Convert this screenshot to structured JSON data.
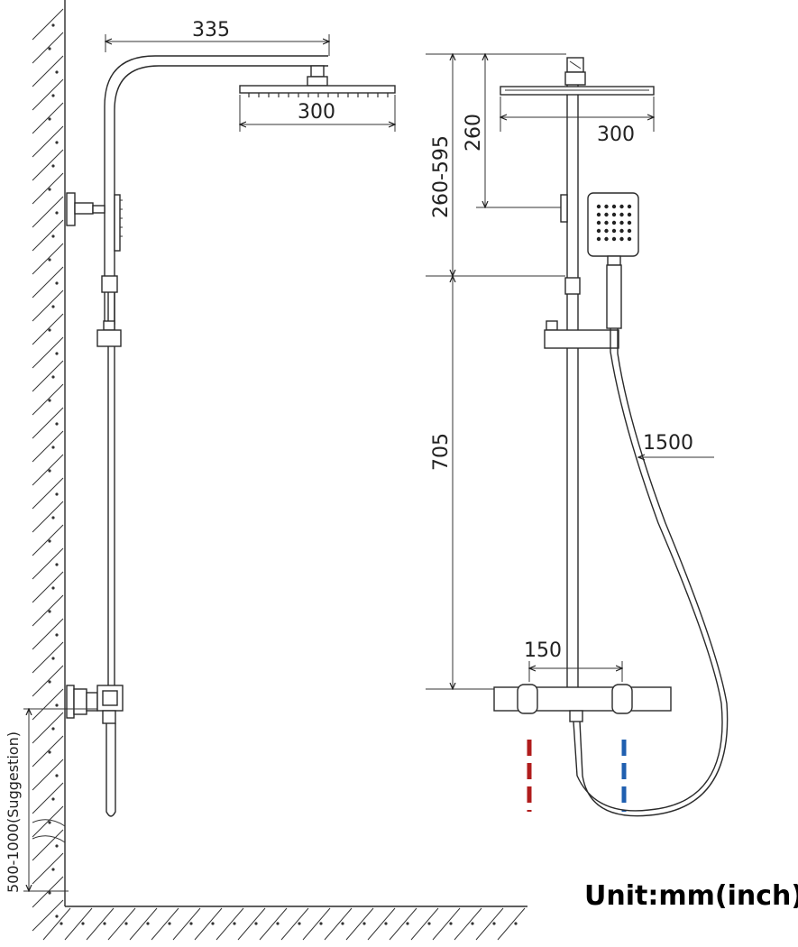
{
  "dimensions": {
    "arm_length": "335",
    "head_width_side": "300",
    "head_width_front": "300",
    "head_to_holder": "260",
    "adjustable_range": "260-595",
    "bar_length": "705",
    "hose_length": "1500",
    "inlet_spacing": "150",
    "mount_height": "500-1000(Suggestion)"
  },
  "unit_label": "Unit:mm(inch)",
  "colors": {
    "hot": "#b01c1c",
    "cold": "#1f5fb0",
    "line": "#2a2a2a"
  }
}
